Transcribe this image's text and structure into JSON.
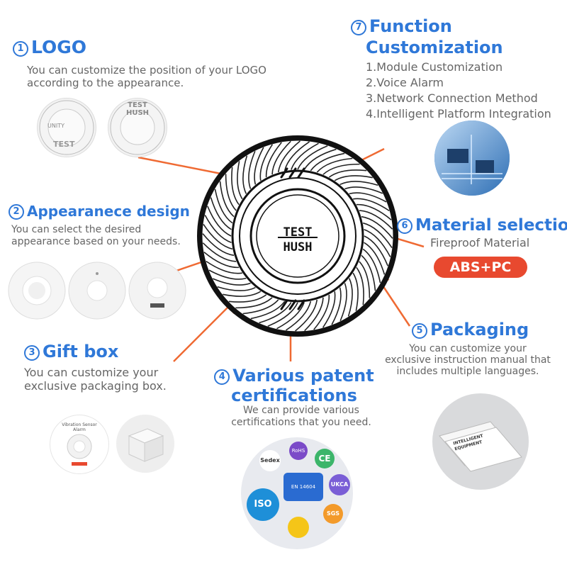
{
  "logo": {
    "number": "1",
    "title": "LOGO",
    "desc_lines": [
      "You can customize the position of your LOGO",
      "according to the appearance."
    ],
    "thumb1_top": "",
    "thumb1_brand": "UNITY",
    "thumb1_bottom": "TEST",
    "thumb2_line1": "TEST",
    "thumb2_line2": "HUSH"
  },
  "appearance": {
    "number": "2",
    "title": "Appearanece design",
    "desc_lines": [
      "You can select the desired",
      "appearance based on your needs."
    ]
  },
  "gift": {
    "number": "3",
    "title": "Gift box",
    "desc_lines": [
      "You can customize your",
      "exclusive packaging box."
    ],
    "box_label": "Vibration Sensor Alarm"
  },
  "patent": {
    "number": "4",
    "title_lines": [
      "Various patent",
      "certifications"
    ],
    "desc_lines": [
      "We can provide various",
      "certifications that you need."
    ],
    "badges": [
      "Sedex",
      "RoHS",
      "CE",
      "UKCA",
      "ISO",
      "EN 14604",
      "SGS",
      ""
    ]
  },
  "packaging": {
    "number": "5",
    "title": "Packaging",
    "desc_lines": [
      "You can customize your",
      "exclusive instruction manual that",
      "includes multiple languages."
    ],
    "manual_line1": "INTELLIGENT",
    "manual_line2": "EQUIPMENT"
  },
  "material": {
    "number": "6",
    "title": "Material selection",
    "subtitle": "Fireproof Material",
    "badge": "ABS+PC",
    "badge_color": "#e8492f"
  },
  "function": {
    "number": "7",
    "title_lines": [
      "Function",
      "Customization"
    ],
    "items": [
      "1.Module Customization",
      "2.Voice Alarm",
      "3.Network Connection Method",
      "4.Intelligent Platform Integration"
    ]
  },
  "center": {
    "line1": "TEST",
    "line2": "HUSH"
  },
  "colors": {
    "heading": "#2f78d8",
    "arrow": "#ef6a33",
    "badge": "#e8492f"
  }
}
